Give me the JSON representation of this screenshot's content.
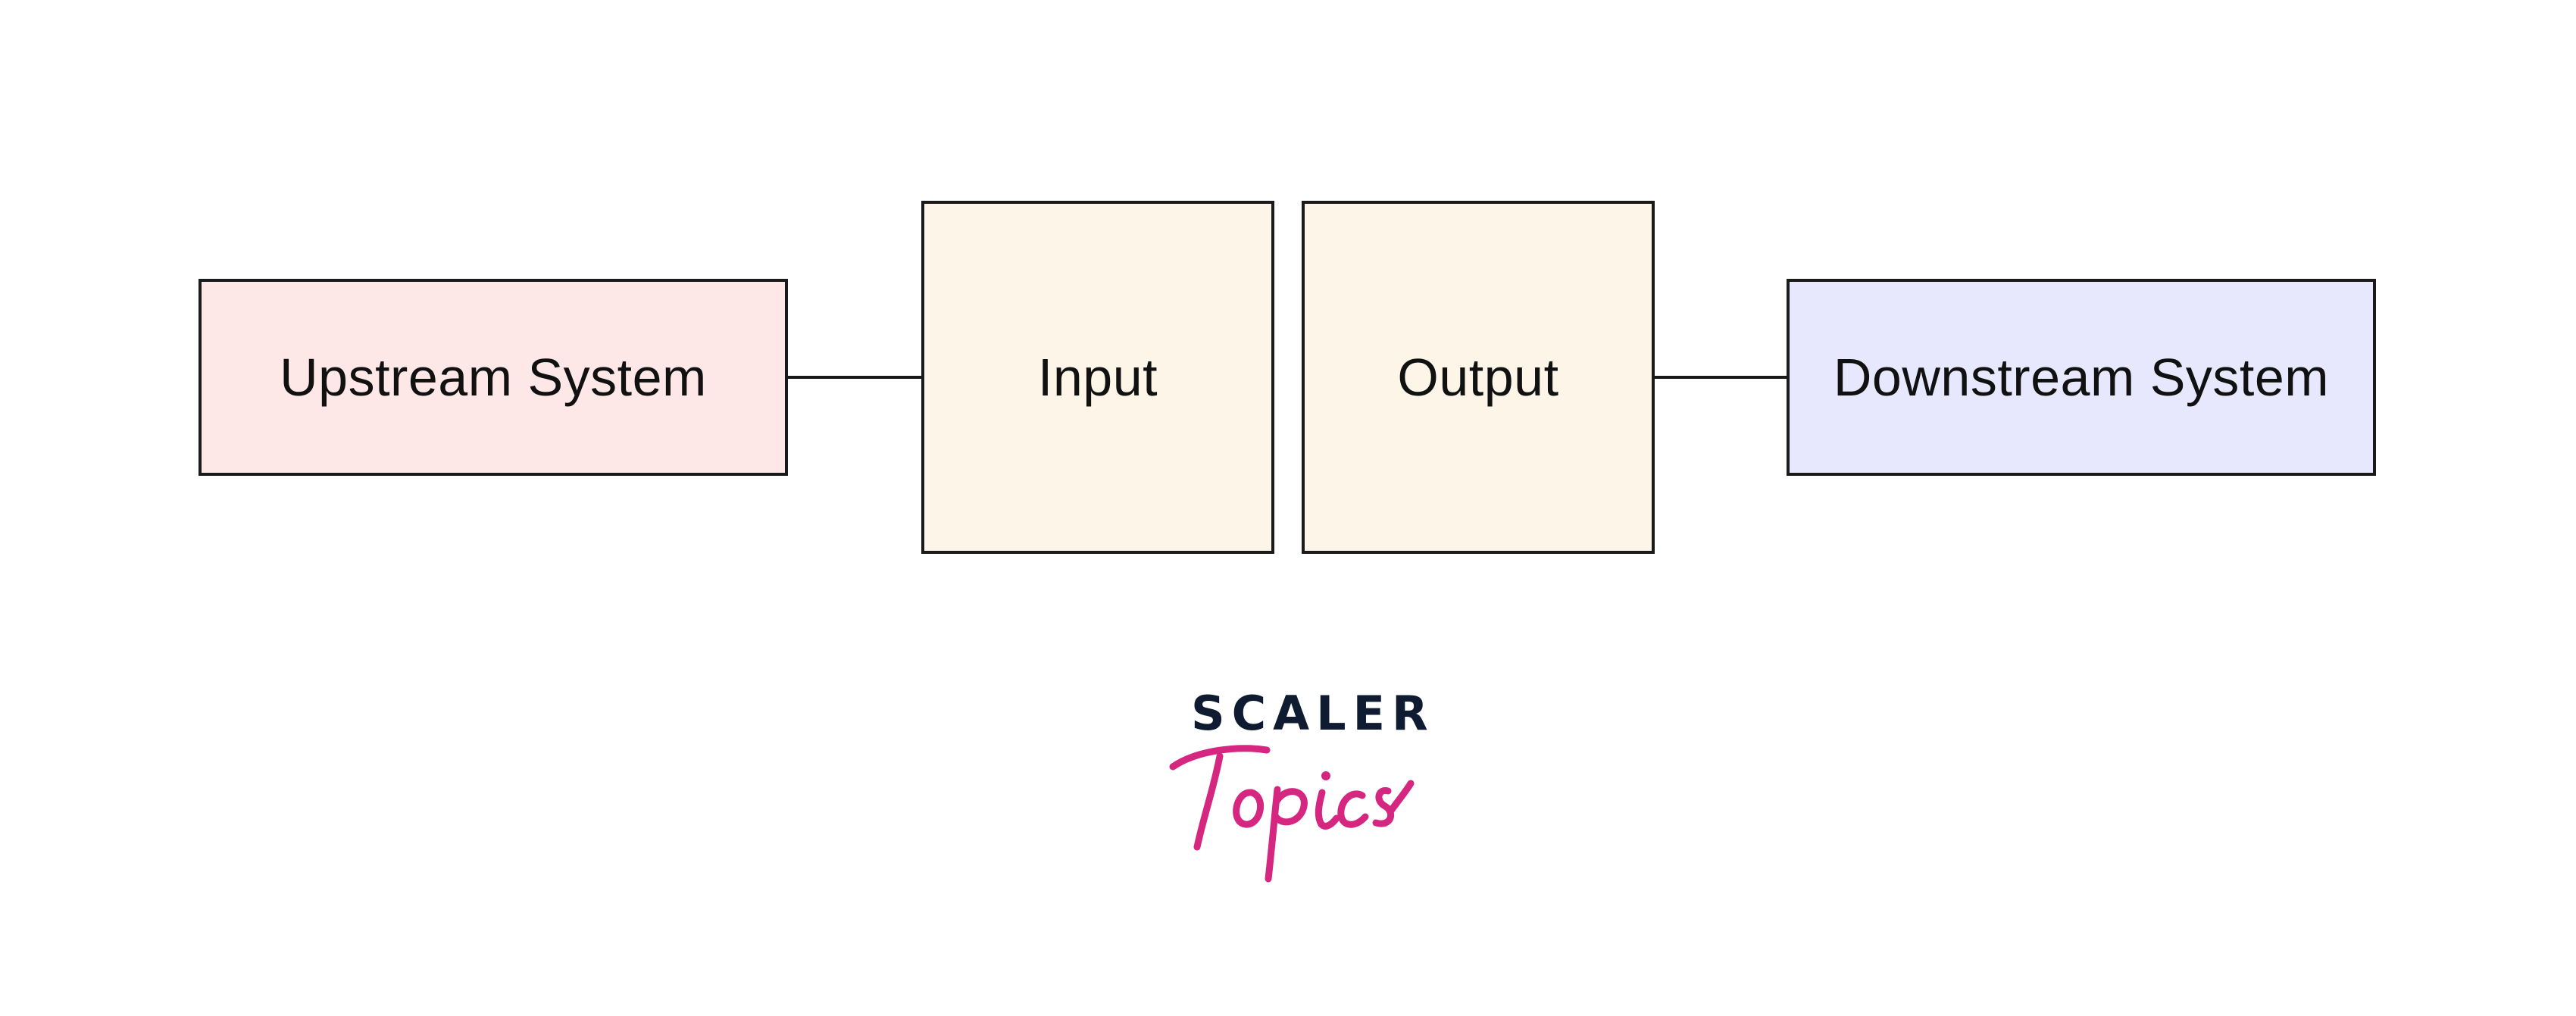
{
  "diagram": {
    "nodes": [
      {
        "id": "upstream",
        "label": "Upstream System",
        "fill": "#fde7e7"
      },
      {
        "id": "input",
        "label": "Input",
        "fill": "#fdf5e7"
      },
      {
        "id": "output",
        "label": "Output",
        "fill": "#fdf5e7"
      },
      {
        "id": "downstream",
        "label": "Downstream System",
        "fill": "#e7e7fd"
      }
    ],
    "edges": [
      {
        "from": "upstream",
        "to": "input"
      },
      {
        "from": "output",
        "to": "downstream"
      }
    ]
  },
  "logo": {
    "word": "SCALER",
    "script": "Topics",
    "word_color": "#0f1b30",
    "script_color": "#d52680"
  }
}
